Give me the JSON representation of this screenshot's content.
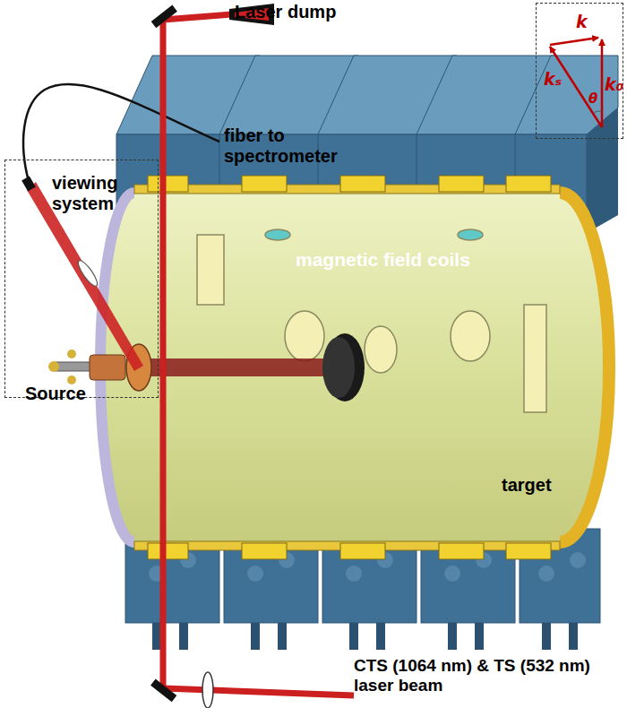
{
  "diagram": {
    "nodes": [
      {
        "text": [
          "viewing system"
        ]
      },
      {
        "text": [
          "k",
          "kₛ",
          "θ",
          "k₀"
        ]
      }
    ],
    "labels": [
      "Laser dump",
      "fiber to spectrometer",
      "magnetic field coils",
      "Source",
      "target",
      "CTS (1064 nm) & TS (532 nm) laser beam"
    ]
  }
}
